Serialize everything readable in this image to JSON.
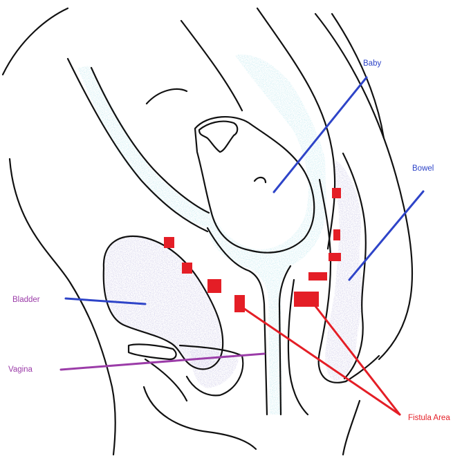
{
  "labels": {
    "baby": "Baby",
    "bowel": "Bowel",
    "bladder": "Bladder",
    "vagina": "Vagina",
    "fistula": "Fistula Area"
  },
  "colors": {
    "outline": "#111111",
    "uterus_texture": "#8fd3e0",
    "organ_texture": "#b9b3d9",
    "baby_bowel_label": "#2e44c8",
    "bladder_vagina_label": "#9b3ca8",
    "fistula": "#e41e26"
  }
}
